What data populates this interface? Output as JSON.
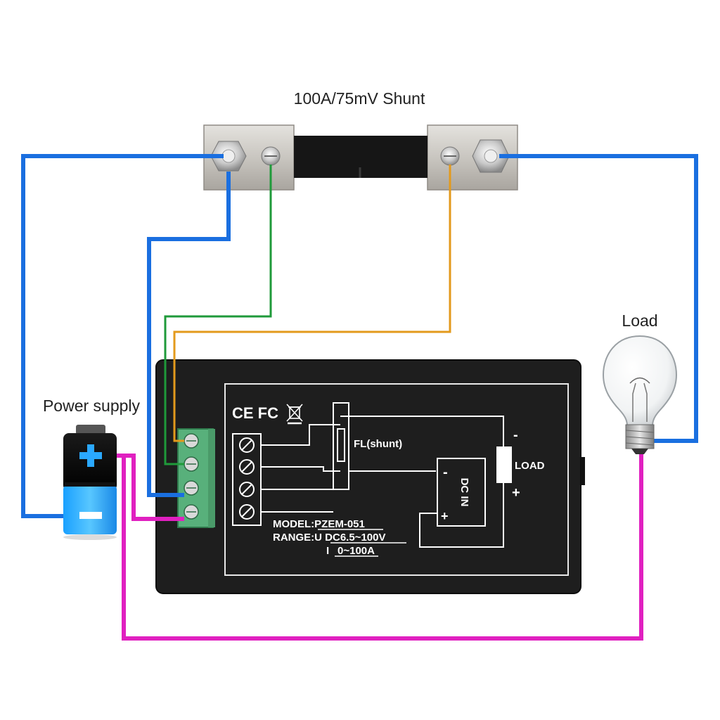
{
  "labels": {
    "shunt": "100A/75mV Shunt",
    "load": "Load",
    "power_supply": "Power supply"
  },
  "meter": {
    "marks": "CE FC",
    "fl_shunt": "FL(shunt)",
    "load": "LOAD",
    "minus": "-",
    "plus": "+",
    "dc_in": "DC IN",
    "dc_minus": "-",
    "dc_plus": "+",
    "model": "MODEL:PZEM-051",
    "range_u": "RANGE:U DC6.5~100V",
    "range_i_prefix": "I",
    "range_i": "0~100A"
  },
  "battery": {
    "plus": "+",
    "minus": "−"
  },
  "wire_colors": {
    "blue": "#1a6fe0",
    "green": "#1f9a3a",
    "orange": "#e39a1c",
    "magenta": "#e020c0"
  },
  "icons": {
    "battery": "battery-icon",
    "bulb": "light-bulb-icon",
    "shunt": "shunt-resistor-icon",
    "weee": "crossed-bin-icon"
  }
}
